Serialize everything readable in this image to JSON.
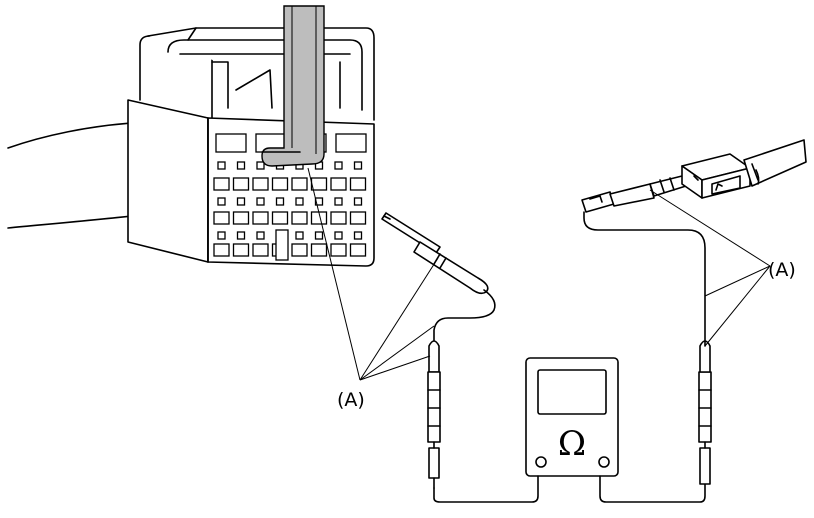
{
  "labels": {
    "callout_left": "(A)",
    "callout_right": "(A)"
  },
  "meter": {
    "symbol": "Ω"
  }
}
